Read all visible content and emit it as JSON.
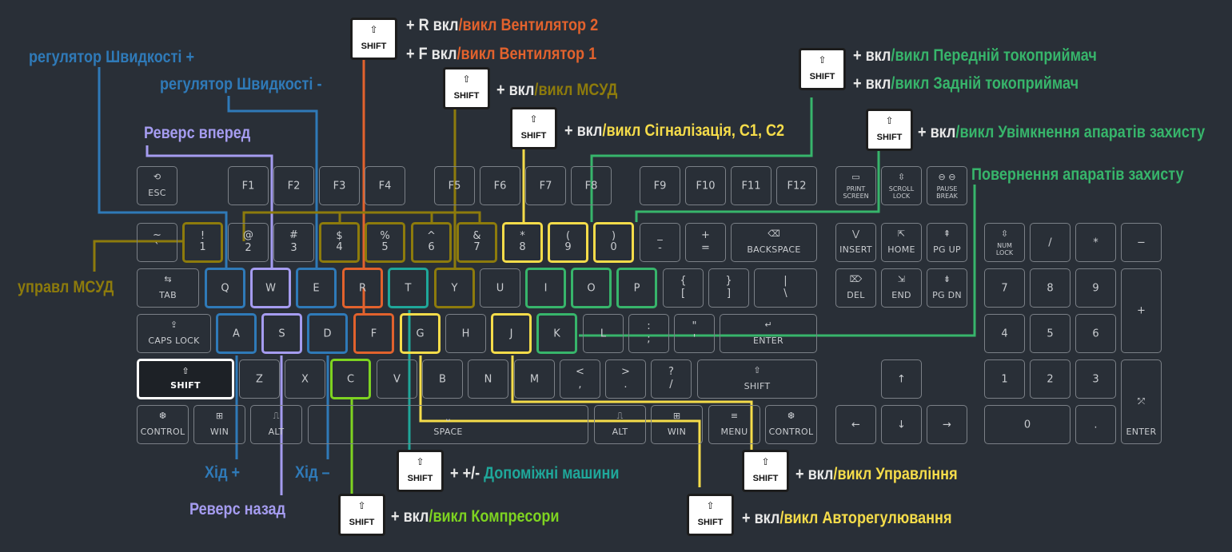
{
  "colors": {
    "background": "#292f37",
    "key_border": "#7b8087",
    "key_text": "#c9ccd0",
    "blue": "#2f7ab8",
    "violet": "#a59cf0",
    "orange": "#e2622d",
    "olive": "#8d7b0c",
    "yellow": "#f5dc4a",
    "green": "#37b56b",
    "teal": "#1fa79a",
    "lime": "#7ed321",
    "white": "#ffffff"
  },
  "shift_badge": {
    "icon": "shift-arrow-icon",
    "arrow": "⇧",
    "label": "SHIFT"
  },
  "keys": {
    "esc": {
      "icon": "⟲",
      "label": "ESC"
    },
    "f1": "F1",
    "f2": "F2",
    "f3": "F3",
    "f4": "F4",
    "f5": "F5",
    "f6": "F6",
    "f7": "F7",
    "f8": "F8",
    "f9": "F9",
    "f10": "F10",
    "f11": "F11",
    "f12": "F12",
    "print": {
      "icon": "▭",
      "line1": "PRINT",
      "line2": "SCREEN"
    },
    "scroll": {
      "icon": "⇳",
      "line1": "SCROLL",
      "line2": "LOCK"
    },
    "pause": {
      "icon": "⊖ ⊖",
      "line1": "PAUSE",
      "line2": "BREAK"
    },
    "tilde": {
      "top": "~",
      "bottom": "`"
    },
    "n1": {
      "top": "!",
      "bottom": "1"
    },
    "n2": {
      "top": "@",
      "bottom": "2"
    },
    "n3": {
      "top": "#",
      "bottom": "3"
    },
    "n4": {
      "top": "$",
      "bottom": "4"
    },
    "n5": {
      "top": "%",
      "bottom": "5"
    },
    "n6": {
      "top": "^",
      "bottom": "6"
    },
    "n7": {
      "top": "&",
      "bottom": "7"
    },
    "n8": {
      "top": "*",
      "bottom": "8"
    },
    "n9": {
      "top": "(",
      "bottom": "9"
    },
    "n0": {
      "top": ")",
      "bottom": "0"
    },
    "minus": {
      "top": "_",
      "bottom": "-"
    },
    "plus": {
      "top": "+",
      "bottom": "="
    },
    "backspace": {
      "icon": "⌫",
      "label": "BACKSPACE"
    },
    "tab": {
      "icon": "⇆",
      "label": "TAB"
    },
    "q": "Q",
    "w": "W",
    "e": "E",
    "r": "R",
    "t": "T",
    "y": "Y",
    "u": "U",
    "i": "I",
    "o": "O",
    "p": "P",
    "lbracket": {
      "top": "{",
      "bottom": "["
    },
    "rbracket": {
      "top": "}",
      "bottom": "]"
    },
    "backslash": {
      "top": "|",
      "bottom": "\\"
    },
    "caps": {
      "icon": "⇪",
      "label": "CAPS LOCK"
    },
    "a": "A",
    "s": "S",
    "d": "D",
    "f": "F",
    "g": "G",
    "h": "H",
    "j": "J",
    "k": "K",
    "l": "L",
    "semicolon": {
      "top": ":",
      "bottom": ";"
    },
    "quote": {
      "top": "\"",
      "bottom": "'"
    },
    "enter": {
      "icon": "↵",
      "label": "ENTER"
    },
    "lshift": {
      "icon": "⇧",
      "label": "SHIFT"
    },
    "z": "Z",
    "x": "X",
    "c": "C",
    "v": "V",
    "b": "B",
    "n": "N",
    "m": "M",
    "comma": {
      "top": "<",
      "bottom": ","
    },
    "period": {
      "top": ">",
      "bottom": "."
    },
    "slash": {
      "top": "?",
      "bottom": "/"
    },
    "rshift": {
      "icon": "⇧",
      "label": "SHIFT"
    },
    "lctrl": {
      "icon": "❆",
      "label": "CONTROL"
    },
    "lwin": {
      "icon": "⊞",
      "label": "WIN"
    },
    "lalt": {
      "icon": "⎍",
      "label": "ALT"
    },
    "space": {
      "icon": "⎵",
      "label": "SPACE"
    },
    "ralt": {
      "icon": "⎍",
      "label": "ALT"
    },
    "rwin": {
      "icon": "⊞",
      "label": "WIN"
    },
    "menu": {
      "icon": "≡",
      "label": "MENU"
    },
    "rctrl": {
      "icon": "❆",
      "label": "CONTROL"
    },
    "insert": {
      "icon": "⋁",
      "label": "INSERT"
    },
    "home": {
      "icon": "⇱",
      "label": "HOME"
    },
    "pgup": {
      "icon": "⇞",
      "label": "PG UP"
    },
    "del": {
      "icon": "⌦",
      "label": "DEL"
    },
    "end": {
      "icon": "⇲",
      "label": "END"
    },
    "pgdn": {
      "icon": "⇟",
      "label": "PG DN"
    },
    "up": "↑",
    "left": "←",
    "down": "↓",
    "right": "→",
    "numlock": {
      "icon": "⇳",
      "line1": "NUM",
      "line2": "LOCK"
    },
    "np_div": "/",
    "np_mul": "*",
    "np_sub": "−",
    "np7": "7",
    "np8": "8",
    "np9": "9",
    "np_add": "+",
    "np4": "4",
    "np5": "5",
    "np6": "6",
    "np1": "1",
    "np2": "2",
    "np3": "3",
    "np0": "0",
    "np_dot": ".",
    "np_enter": {
      "icon": "⤱",
      "label": "ENTER"
    }
  },
  "labels": {
    "speed_plus": "регулятор Швидкості +",
    "speed_minus": "регулятор Швидкості -",
    "reverse_fwd": "Реверс вперед",
    "msud_control": "управл МСУД",
    "fan2": {
      "key": "+ R",
      "on": "вкл",
      "sep": "/викл Вентилятор 2"
    },
    "fan1": {
      "key": "+ F",
      "on": "вкл",
      "sep": "/викл Вентилятор 1"
    },
    "msud": {
      "plus": "+",
      "on": "вкл",
      "rest": "/викл МСУД"
    },
    "alarm": {
      "plus": "+",
      "on": "вкл",
      "rest": "/викл Сігналізація, С1, С2"
    },
    "front_pantograph": {
      "plus": "+",
      "on": "вкл",
      "rest": "/викл Передній токоприймач"
    },
    "rear_pantograph": {
      "plus": "+",
      "on": "вкл",
      "rest": "/викл Задній токоприймач"
    },
    "protection_on": {
      "plus": "+",
      "on": "вкл",
      "rest": "/викл Увімкнення апаратів захисту"
    },
    "protection_return": "Повернення апаратів захисту",
    "move_plus": "Хід +",
    "move_minus": "Хід –",
    "reverse_back": "Реверс назад",
    "aux": {
      "plus": "+",
      "on": "+/-",
      "rest": " Допоміжні машини"
    },
    "compressors": {
      "plus": "+",
      "on": "вкл",
      "rest": "/викл Компресори"
    },
    "control": {
      "plus": "+",
      "on": "вкл",
      "rest": "/викл Управління"
    },
    "auto_reg": {
      "plus": "+",
      "on": "вкл",
      "rest": "/викл Авторегулювання"
    }
  }
}
